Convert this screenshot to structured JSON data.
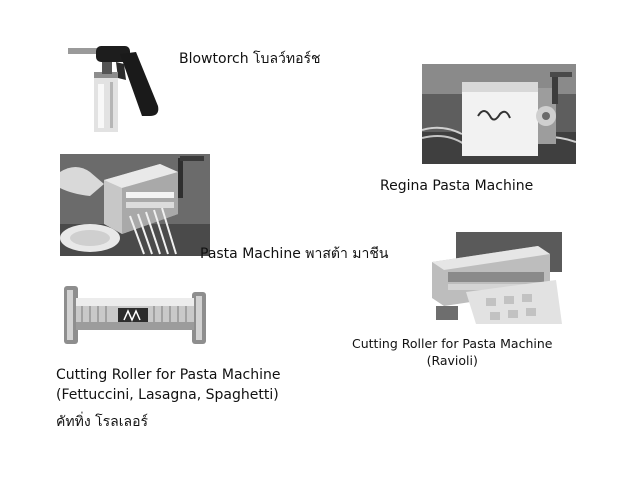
{
  "slide": {
    "items": {
      "blowtorch": {
        "label": "Blowtorch โบลว์ทอร์ช"
      },
      "regina": {
        "label": "Regina Pasta Machine"
      },
      "pasta_machine": {
        "label": "Pasta Machine  พาสต้า มาชีน"
      },
      "ravioli_roller": {
        "line1": "Cutting Roller for Pasta Machine",
        "line2": "(Ravioli)"
      },
      "fettuccini_roller": {
        "line1": "Cutting Roller for Pasta Machine",
        "line2": "(Fettuccini, Lasagna, Spaghetti)"
      },
      "cutter_thai": {
        "label": "คัททิ่ง โรลเลอร์"
      }
    }
  }
}
